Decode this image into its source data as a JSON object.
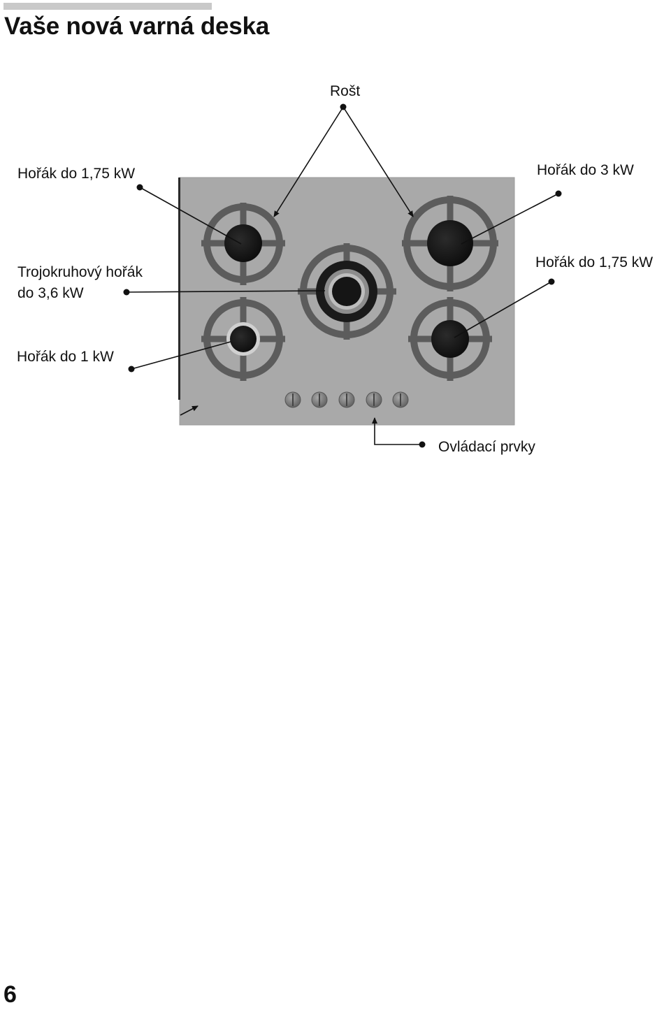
{
  "header": {
    "title": "Vaše nová varná deska"
  },
  "diagram": {
    "labels": {
      "grate": "Rošt",
      "burner_top_left": "Hořák do 1,75 kW",
      "burner_top_right": "Hořák do 3 kW",
      "triple_ring_line1": "Trojokruhový hořák",
      "triple_ring_line2": "do 3,6 kW",
      "burner_bottom_right": "Hořák do 1,75 kW",
      "burner_bottom_left": "Hořák do 1 kW",
      "controls": "Ovládací prvky"
    },
    "colors": {
      "hob_surface": "#a9a9a9",
      "grate": "#5c5c5c",
      "burner_cap": "#141414",
      "knob": "#7a7a7a",
      "leader_line": "#111111"
    },
    "knob_count": 5
  },
  "footer": {
    "page_number": "6"
  }
}
